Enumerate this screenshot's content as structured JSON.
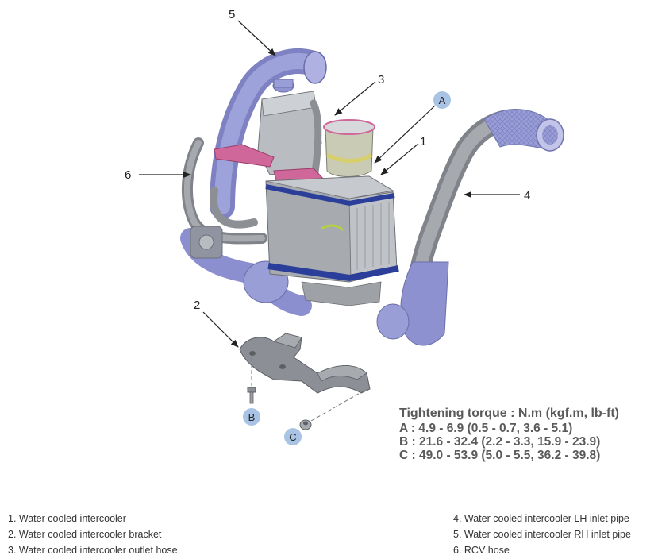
{
  "callouts": {
    "n1": "1",
    "n2": "2",
    "n3": "3",
    "n4": "4",
    "n5": "5",
    "n6": "6",
    "a": "A",
    "b": "B",
    "c": "C"
  },
  "torque": {
    "title": "Tightening torque : N.m (kgf.m, lb-ft)",
    "lines": [
      "A : 4.9 - 6.9 (0.5 - 0.7, 3.6 - 5.1)",
      "B : 21.6 - 32.4 (2.2 - 3.3, 15.9 - 23.9)",
      "C : 49.0 - 53.9 (5.0 - 5.5, 36.2 - 39.8)"
    ]
  },
  "legend": {
    "left": [
      "1. Water cooled intercooler",
      "2. Water cooled intercooler bracket",
      "3. Water cooled intercooler outlet hose"
    ],
    "right": [
      "4. Water cooled intercooler LH inlet pipe",
      "5. Water cooled intercooler RH inlet pipe",
      "6. RCV hose"
    ]
  },
  "colors": {
    "hose": "#9a9ed6",
    "pipe": "#8d9196",
    "body": "#a7aaae",
    "blue_band": "#2b3f9a",
    "bracket": "#d0679a",
    "label_circle": "#a9c3e4"
  }
}
